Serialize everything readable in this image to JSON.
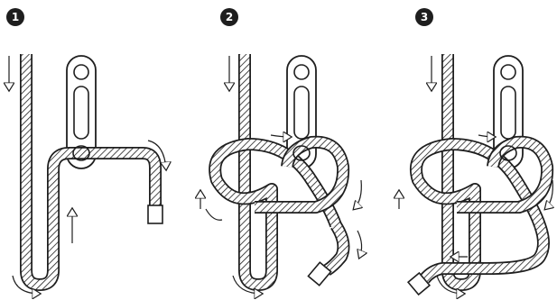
{
  "steps": [
    {
      "number": "1"
    },
    {
      "number": "2"
    },
    {
      "number": "3"
    }
  ],
  "colors": {
    "ink": "#1e1e1e",
    "rope_fill": "#ffffff",
    "background": "#ffffff"
  },
  "icons": [
    "rope",
    "attachment-point-icon",
    "direction-arrow-icon",
    "rope-end-cap-icon"
  ]
}
